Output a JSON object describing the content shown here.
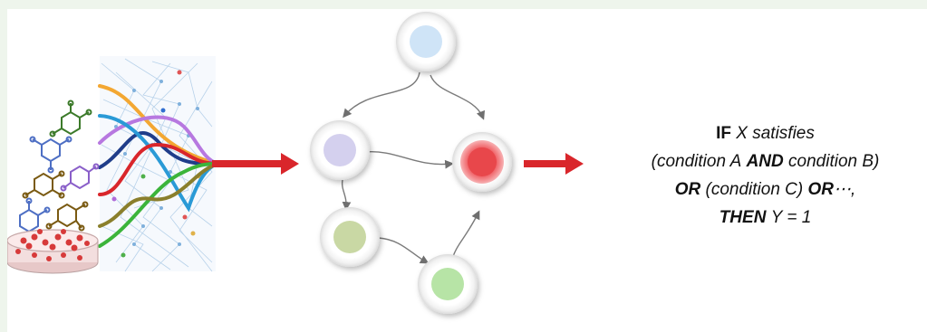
{
  "rule": {
    "if_kw": "IF",
    "if_rest": "X satisfies",
    "cond_ab_open": "(condition A",
    "and_kw": "AND",
    "cond_ab_close": "condition B)",
    "or_kw_1": "OR",
    "cond_c": "(condition C)",
    "or_kw_2": "OR",
    "ellipsis": "⋯,",
    "then_kw": "THEN",
    "then_rest": "Y = 1"
  },
  "colors": {
    "arrow_red": "#d9262b",
    "network_node_top": "#cfe4f7",
    "network_node_left": "#d4d0ee",
    "network_node_center": "#e8474c",
    "network_node_bottom_left": "#c9d8a4",
    "network_node_bottom": "#b7e4a6",
    "pathways": [
      "#f3a732",
      "#b778e0",
      "#1f3d8a",
      "#2a9ad6",
      "#d9262b",
      "#3bb43a",
      "#8a7f2c"
    ],
    "molecules": [
      "#3c7a2a",
      "#4e6fc4",
      "#7a5a12",
      "#8a5fc9"
    ],
    "petri_cells": "#d73a3a"
  },
  "icons": [
    "petri-dish-icon",
    "molecule-icon",
    "network-mesh-icon"
  ]
}
